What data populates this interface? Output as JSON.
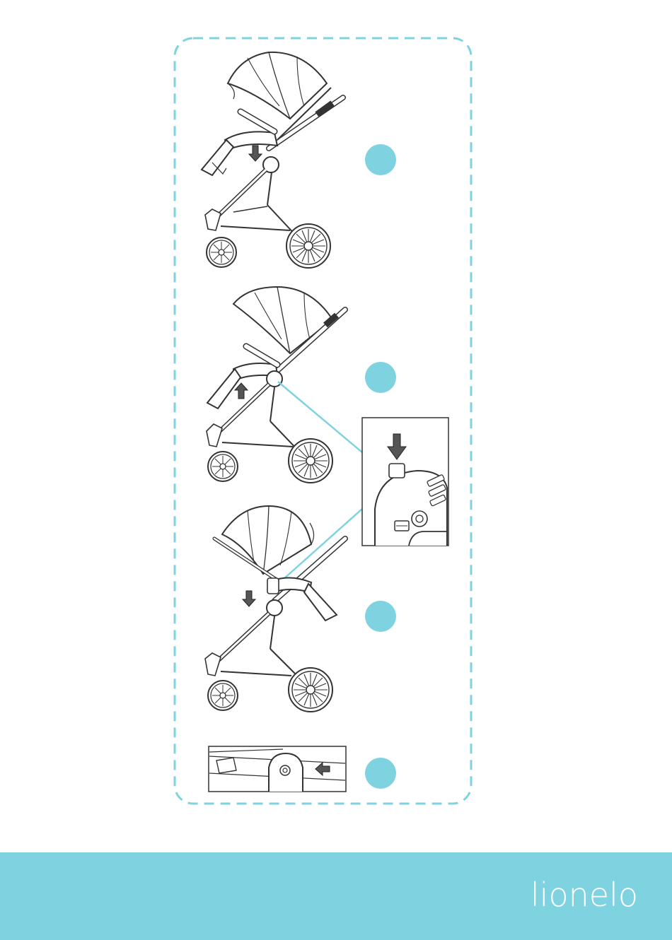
{
  "brand": {
    "logo_text": "lionelo"
  },
  "colors": {
    "accent": "#7fd3e1",
    "line": "#333333",
    "dash_border": "#7fd3e1"
  },
  "steps": [
    {
      "icon": "step-indicator-1"
    },
    {
      "icon": "step-indicator-2"
    },
    {
      "icon": "step-indicator-3"
    },
    {
      "icon": "step-indicator-4"
    }
  ],
  "illustrations": [
    {
      "icon": "stroller-seat-forward-icon",
      "arrow": "down"
    },
    {
      "icon": "stroller-seat-lift-icon",
      "arrow": "up"
    },
    {
      "icon": "stroller-seat-reversed-icon",
      "arrow": "down"
    },
    {
      "icon": "seat-lock-detail-icon",
      "arrow": "left"
    },
    {
      "icon": "release-button-detail-icon",
      "arrow": "down"
    }
  ]
}
